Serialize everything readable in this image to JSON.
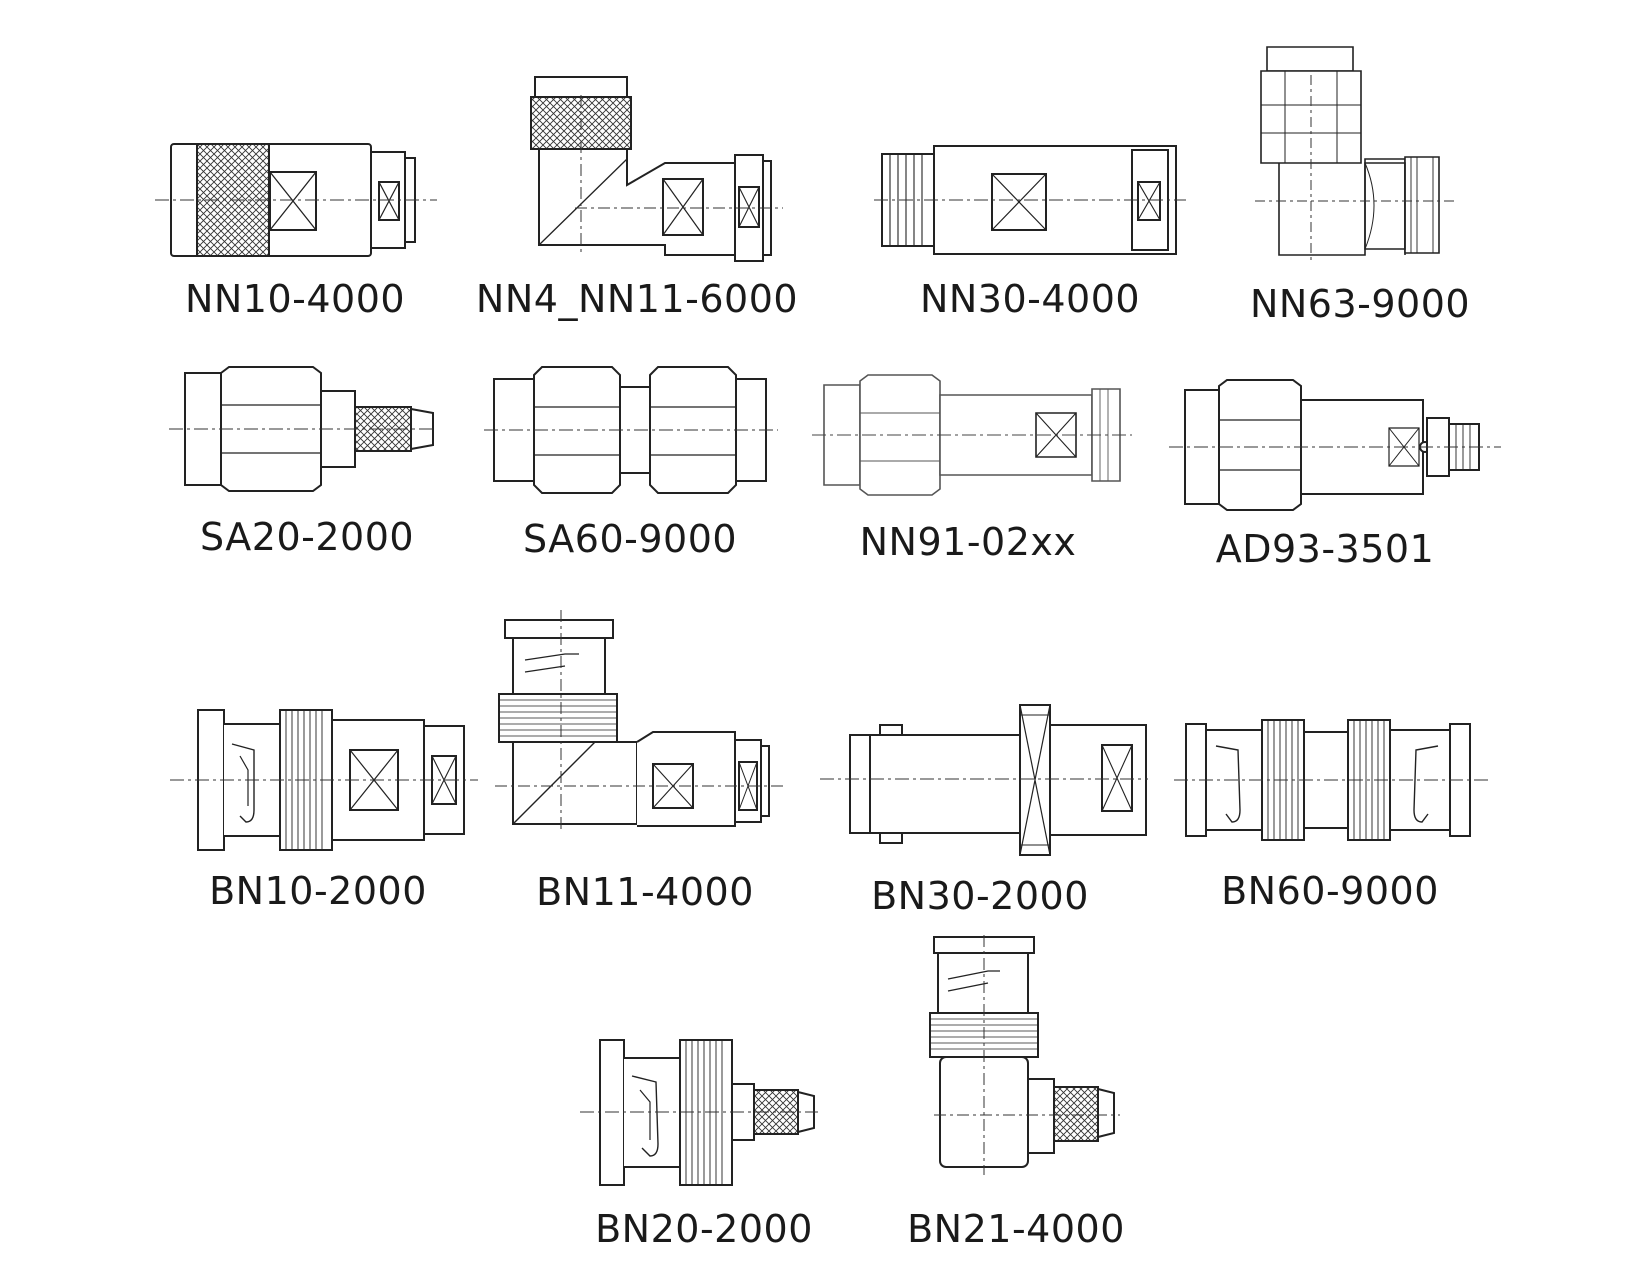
{
  "connectors": [
    {
      "id": "nn10",
      "label": "NN10-4000"
    },
    {
      "id": "nn4",
      "label": "NN4_NN11-6000"
    },
    {
      "id": "nn30",
      "label": "NN30-4000"
    },
    {
      "id": "nn63",
      "label": "NN63-9000"
    },
    {
      "id": "sa20",
      "label": "SA20-2000"
    },
    {
      "id": "sa60",
      "label": "SA60-9000"
    },
    {
      "id": "nn91",
      "label": "NN91-02xx"
    },
    {
      "id": "ad93",
      "label": "AD93-3501"
    },
    {
      "id": "bn10",
      "label": "BN10-2000"
    },
    {
      "id": "bn11",
      "label": "BN11-4000"
    },
    {
      "id": "bn30",
      "label": "BN30-2000"
    },
    {
      "id": "bn60",
      "label": "BN60-9000"
    },
    {
      "id": "bn20",
      "label": "BN20-2000"
    },
    {
      "id": "bn21",
      "label": "BN21-4000"
    }
  ]
}
